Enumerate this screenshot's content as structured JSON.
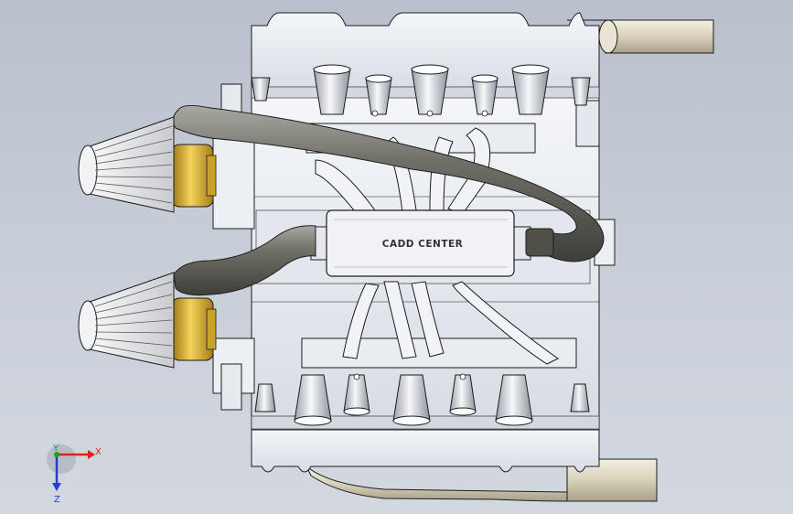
{
  "model": {
    "engraving": "CADD CENTER"
  },
  "triad": {
    "x_label": "X",
    "y_label": "Y",
    "z_label": "Z",
    "x_color": "#e02020",
    "y_color": "#20a020",
    "z_color": "#2040d0"
  },
  "colors": {
    "background_top": "#b9c0cc",
    "background_bottom": "#d3d8e0",
    "block": "#e8ecf2",
    "block_shade": "#c9cfd9",
    "outline": "#1c1c1c",
    "pipe": "#6b6b66",
    "pipe_light": "#a8a8a2",
    "filter_ring": "#e0b830",
    "exhaust": "#d9d3c0"
  }
}
